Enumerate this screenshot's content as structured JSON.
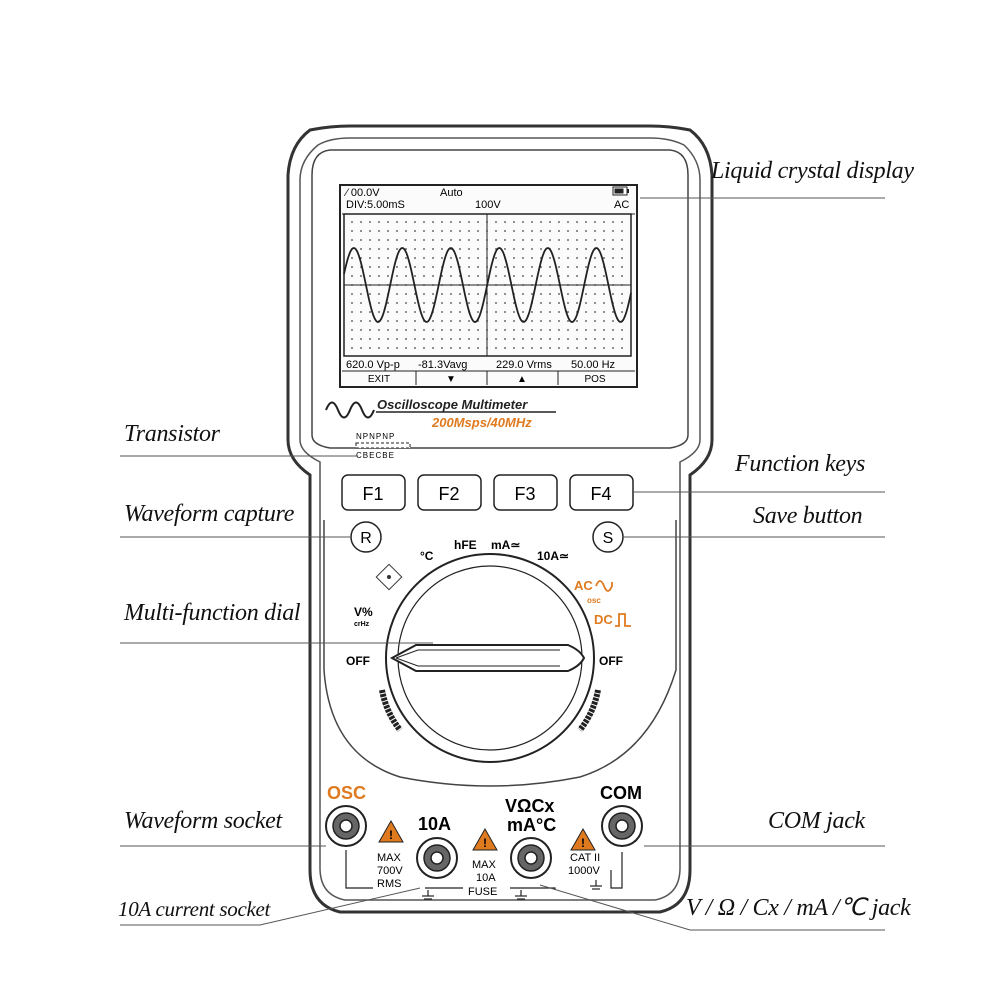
{
  "callouts": {
    "lcd": "Liquid crystal display",
    "transistor": "Transistor",
    "function_keys": "Function keys",
    "waveform_capture": "Waveform capture",
    "save_button": "Save button",
    "dial": "Multi-function dial",
    "waveform_socket": "Waveform socket",
    "com_jack": "COM jack",
    "current_socket": "10A current socket",
    "v_jack": "V / Ω / Cx / mA /℃ jack"
  },
  "screen": {
    "top_left": "⁄ 00.0V",
    "div": "DIV:5.00mS",
    "auto": "Auto",
    "volt": "100V",
    "battery_icon": "battery-icon",
    "coupling": "AC",
    "measurements": [
      "620.0 Vp-p",
      "-81.3Vavg",
      "229.0 Vrms",
      "50.00 Hz"
    ],
    "softkeys": [
      "EXIT",
      "▼",
      "▲",
      "POS"
    ]
  },
  "brand": {
    "title": "Oscilloscope Multimeter",
    "subtitle": "200Msps/40MHz"
  },
  "transistor": {
    "top": "NPNPNP",
    "bottom": "CBECBE"
  },
  "function_keys": [
    "F1",
    "F2",
    "F3",
    "F4"
  ],
  "buttons": {
    "capture": "R",
    "save": "S"
  },
  "dial": {
    "celsius": "°C",
    "hfe": "hFE",
    "ma": "mA≃",
    "ten_a": "10A≃",
    "ac": "AC",
    "osc": "osc",
    "dc": "DC",
    "v_pct": "V%",
    "cr_hz": "crHz",
    "off_left": "OFF",
    "off_right": "OFF"
  },
  "jacks": {
    "osc": "OSC",
    "ten_a": "10A",
    "v_line1": "VΩCx",
    "v_line2": "mA°C",
    "com": "COM",
    "max1": [
      "MAX",
      "700V",
      "RMS"
    ],
    "max2": [
      "MAX",
      "10A"
    ],
    "fuse": "FUSE",
    "cat": [
      "CAT II",
      "1000V"
    ]
  },
  "colors": {
    "accent": "#e07a1f",
    "ink": "#222222"
  }
}
